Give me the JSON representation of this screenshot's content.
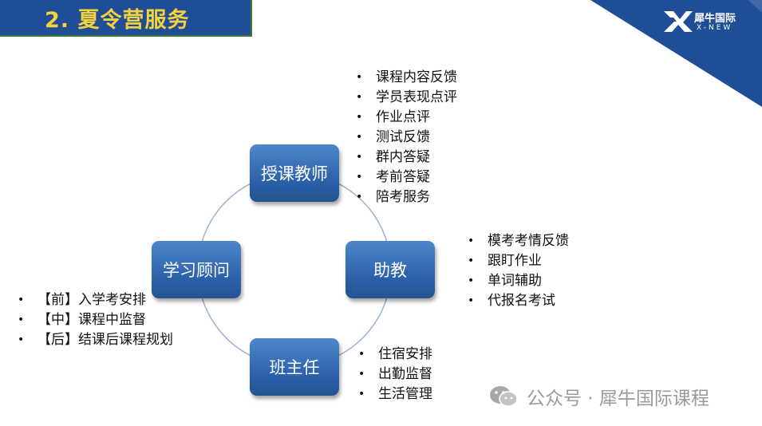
{
  "header": {
    "title": "2. 夏令营服务"
  },
  "brand": {
    "name_cn": "犀牛国际",
    "name_en": "X-NEW"
  },
  "nodes": {
    "teacher": "授课教师",
    "assistant": "助教",
    "counselor": "学习顾问",
    "headteacher": "班主任"
  },
  "lists": {
    "teacher": [
      "课程内容反馈",
      "学员表现点评",
      "作业点评",
      "测试反馈",
      "群内答疑",
      "考前答疑",
      "陪考服务"
    ],
    "assistant": [
      "模考考情反馈",
      "跟盯作业",
      "单词辅助",
      "代报名考试"
    ],
    "counselor": [
      "【前】入学考安排",
      "【中】课程中监督",
      "【后】结课后课程规划"
    ],
    "headteacher": [
      "住宿安排",
      "出勤监督",
      "生活管理"
    ]
  },
  "watermark": {
    "text": "公众号 · 犀牛国际课程"
  },
  "colors": {
    "title_bg": "#1f4e97",
    "title_text": "#f5d23c",
    "node_fill": "#2a5ea7",
    "corner": "#1f4e97",
    "circle": "#9fb4d6"
  },
  "icons": [
    "x-logo-icon",
    "wechat-icon"
  ]
}
